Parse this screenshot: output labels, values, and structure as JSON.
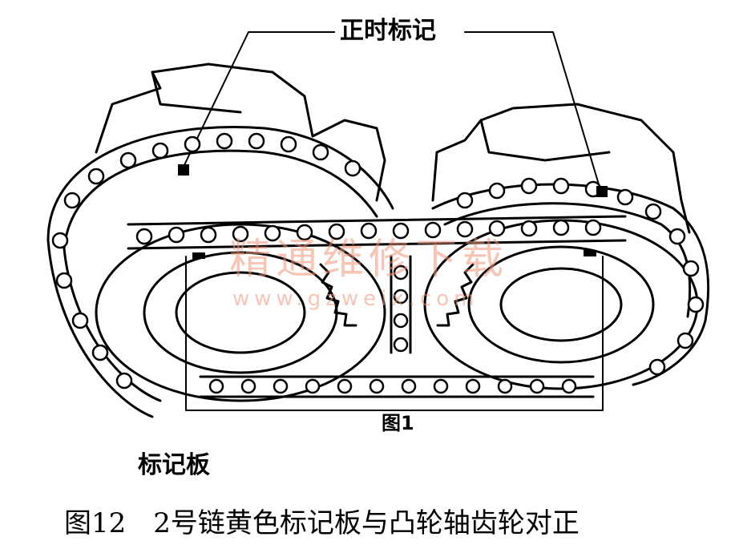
{
  "labels": {
    "timing_mark": "正时标记",
    "marking_plate": "标记板"
  },
  "caption": "图12　2号链黄色标记板与凸轮轴齿轮对正",
  "watermark": {
    "text": "精通维修下载",
    "url": "www.gzweix.com"
  },
  "figure_mark": "图1",
  "colors": {
    "ink": "#000000",
    "paper": "#ffffff",
    "watermark": "#f0a080"
  }
}
